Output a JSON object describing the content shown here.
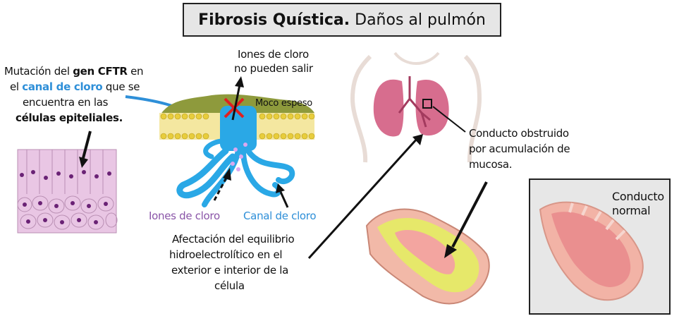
{
  "title": {
    "bold": "Fibrosis Quística.",
    "rest": "Daños al pulmón"
  },
  "labels": {
    "mutation_line1_pre": "Mutación del ",
    "mutation_line1_bold": "gen CFTR",
    "mutation_line1_post": " en",
    "mutation_line2_pre": "el ",
    "mutation_line2_blue": "canal de cloro",
    "mutation_line2_post": " que se",
    "mutation_line3": "encuentra en las",
    "mutation_line4": "células epiteliales.",
    "chloride_ions_cannot_exit_1": "Iones de cloro",
    "chloride_ions_cannot_exit_2": "no pueden salir",
    "thick_mucus": "Moco espeso",
    "chloride_ions": "Iones de cloro",
    "chloride_channel": "Canal de cloro",
    "hydro_balance_1": "Afectación del equilibrio",
    "hydro_balance_2": "hidroelectrolítico en el",
    "hydro_balance_3": "exterior e interior de la",
    "hydro_balance_4": "célula",
    "obstructed_1": "Conducto obstruido",
    "obstructed_2": "por acumulación de",
    "obstructed_3": "mucosa.",
    "normal_1": "Conducto",
    "normal_2": "normal"
  }
}
